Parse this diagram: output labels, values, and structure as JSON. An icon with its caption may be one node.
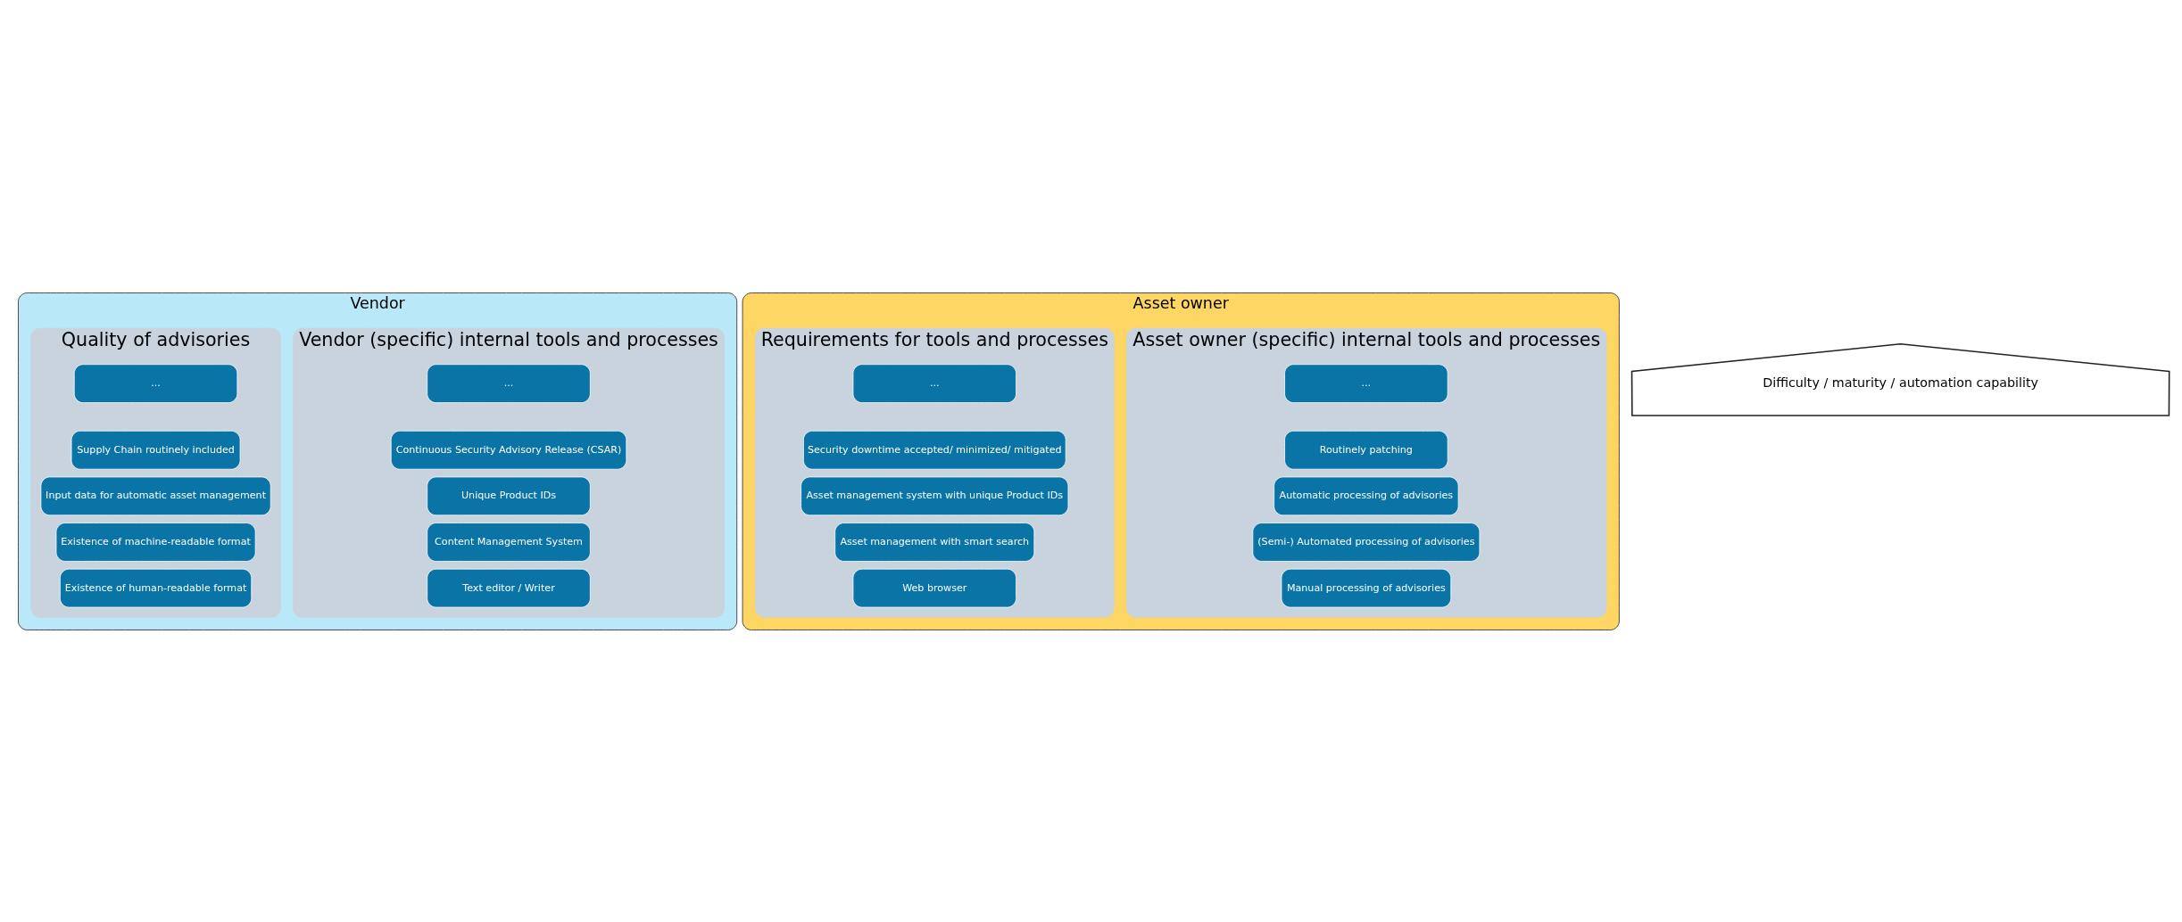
{
  "diagram": {
    "nodes": [
      {
        "text": [
          "Vendor"
        ]
      },
      {
        "text": [
          "Vendor (specific) internal tools and processes"
        ],
        "in": 0
      },
      {
        "text": [
          "..."
        ],
        "in": 1
      },
      {
        "text": [
          "Continuous Security Advisory Release (CSAR)"
        ],
        "in": 1
      },
      {
        "text": [
          "Unique Product IDs"
        ],
        "in": 1
      },
      {
        "text": [
          "Content Management System"
        ],
        "in": 1
      },
      {
        "text": [
          "Text editor / Writer"
        ],
        "in": 1
      },
      {
        "text": [
          "Quality of advisories"
        ],
        "in": 0
      },
      {
        "text": [
          "..."
        ],
        "in": 7
      },
      {
        "text": [
          "Supply Chain routinely included"
        ],
        "in": 7
      },
      {
        "text": [
          "Input data for automatic asset management"
        ],
        "in": 7
      },
      {
        "text": [
          "Existence of machine-readable format"
        ],
        "in": 7
      },
      {
        "text": [
          "Existence of human-readable format"
        ],
        "in": 7
      },
      {
        "text": [
          "Asset owner"
        ]
      },
      {
        "text": [
          "Asset owner (specific) internal tools and processes"
        ],
        "in": 13
      },
      {
        "text": [
          "..."
        ],
        "in": 14
      },
      {
        "text": [
          "Routinely patching"
        ],
        "in": 14
      },
      {
        "text": [
          "Automatic processing of advisories"
        ],
        "in": 14
      },
      {
        "text": [
          "(Semi-) Automated processing of advisories"
        ],
        "in": 14
      },
      {
        "text": [
          "Manual processing of advisories"
        ],
        "in": 14
      },
      {
        "text": [
          "Requirements for tools and processes"
        ],
        "in": 13
      },
      {
        "text": [
          "..."
        ],
        "in": 20
      },
      {
        "text": [
          "Security downtime accepted/ minimized/ mitigated"
        ],
        "in": 20
      },
      {
        "text": [
          "Asset management system with unique Product IDs"
        ],
        "in": 20
      },
      {
        "text": [
          "Asset management with smart search"
        ],
        "in": 20
      },
      {
        "text": [
          "Web browser"
        ],
        "in": 20
      },
      {
        "text": [
          "Difficulty / maturity / automation capability"
        ]
      }
    ],
    "edges": []
  }
}
